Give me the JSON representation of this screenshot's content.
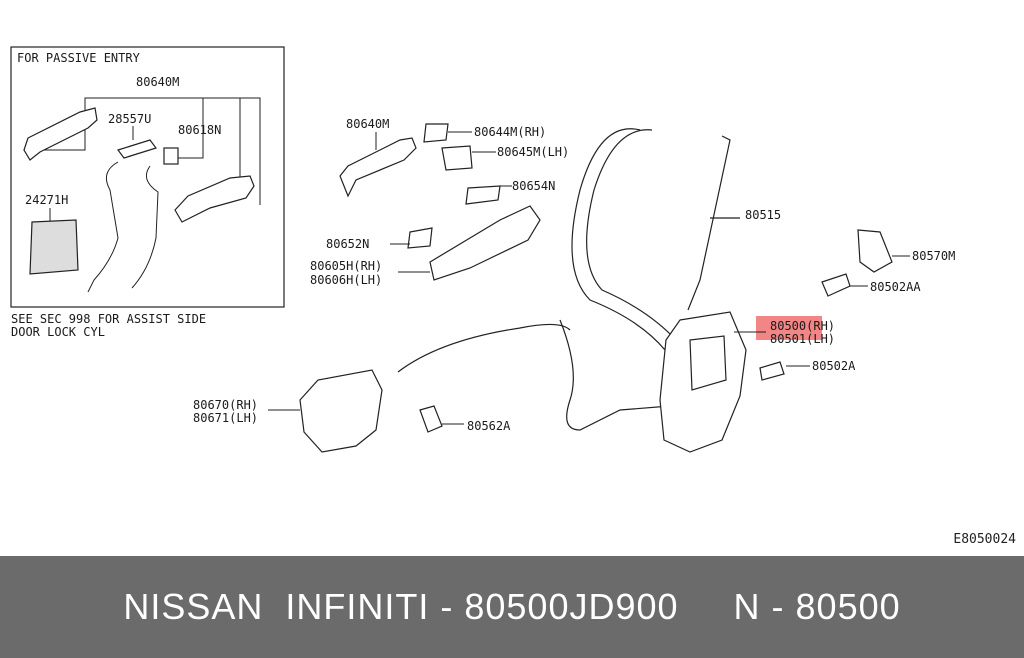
{
  "inset": {
    "title": "FOR PASSIVE ENTRY",
    "note_line1": "SEE SEC 998 FOR ASSIST SIDE",
    "note_line2": "DOOR LOCK CYL",
    "labels": {
      "handle": "80640M",
      "antenna": "28557U",
      "sensor": "80618N",
      "pad": "24271H"
    }
  },
  "parts": {
    "handle": "80640M",
    "cover_rh": "80644M(RH)",
    "cover_lh": "80645M(LH)",
    "gasket_front": "80654N",
    "gasket_rear": "80652N",
    "bracket_rh": "80605H(RH)",
    "bracket_lh": "80606H(LH)",
    "rod": "80515",
    "striker": "80570M",
    "screw_striker": "80502AA",
    "lock_rh": "80500(RH)",
    "lock_lh": "80501(LH)",
    "screw_lock": "80502A",
    "inner_rh": "80670(RH)",
    "inner_lh": "80671(LH)",
    "screw_inner": "80562A"
  },
  "diagram_code": "E8050024",
  "footer": {
    "brand": "NISSAN  INFINITI - 80500JD900",
    "ref": "N - 80500"
  },
  "colors": {
    "footer_bg": "#6b6b6b",
    "highlight": "#f07070"
  }
}
